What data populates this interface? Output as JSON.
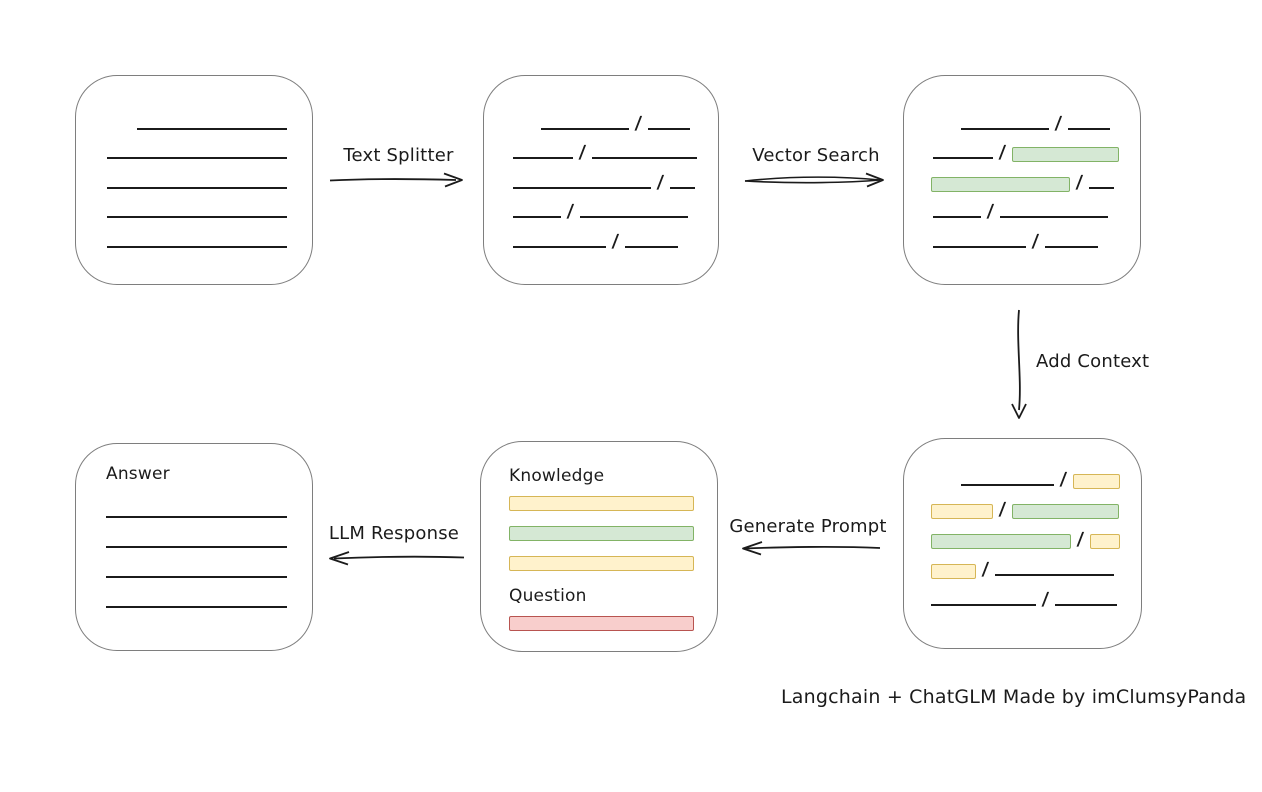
{
  "palette": {
    "line": "#1b1b1b",
    "box_border": "#7e7e7e",
    "green": {
      "fill": "#d5e8d4",
      "stroke": "#82b366"
    },
    "yellow": {
      "fill": "#fff2cc",
      "stroke": "#d6b656"
    },
    "red": {
      "fill": "#f8cecc",
      "stroke": "#b85450"
    }
  },
  "labels": {
    "text_splitter": "Text Splitter",
    "vector_search": "Vector Search",
    "add_context": "Add Context",
    "generate_prompt": "Generate Prompt",
    "llm_response": "LLM Response",
    "knowledge": "Knowledge",
    "question": "Question",
    "answer": "Answer",
    "caption": "Langchain + ChatGLM Made by imClumsyPanda"
  },
  "boxes": {
    "document": {
      "rows": [
        {
          "indent": 61,
          "segs": [
            {
              "t": "line",
              "w": 150
            }
          ]
        },
        {
          "indent": 31,
          "segs": [
            {
              "t": "line",
              "w": 180
            }
          ]
        },
        {
          "indent": 31,
          "segs": [
            {
              "t": "line",
              "w": 180
            }
          ]
        },
        {
          "indent": 31,
          "segs": [
            {
              "t": "line",
              "w": 180
            }
          ]
        },
        {
          "indent": 31,
          "segs": [
            {
              "t": "line",
              "w": 180
            }
          ]
        }
      ]
    },
    "split_chunks": {
      "rows": [
        {
          "indent": 57,
          "segs": [
            {
              "t": "line",
              "w": 88
            },
            {
              "t": "slash"
            },
            {
              "t": "line",
              "w": 42
            }
          ]
        },
        {
          "indent": 29,
          "segs": [
            {
              "t": "line",
              "w": 60
            },
            {
              "t": "slash"
            },
            {
              "t": "line",
              "w": 105
            }
          ]
        },
        {
          "indent": 29,
          "segs": [
            {
              "t": "line",
              "w": 138
            },
            {
              "t": "slash"
            },
            {
              "t": "line",
              "w": 25
            }
          ]
        },
        {
          "indent": 29,
          "segs": [
            {
              "t": "line",
              "w": 48
            },
            {
              "t": "slash"
            },
            {
              "t": "line",
              "w": 108
            }
          ]
        },
        {
          "indent": 29,
          "segs": [
            {
              "t": "line",
              "w": 93
            },
            {
              "t": "slash"
            },
            {
              "t": "line",
              "w": 53
            }
          ]
        }
      ]
    },
    "matched_chunks": {
      "rows": [
        {
          "indent": 57,
          "segs": [
            {
              "t": "line",
              "w": 88
            },
            {
              "t": "slash"
            },
            {
              "t": "line",
              "w": 42
            }
          ]
        },
        {
          "indent": 29,
          "segs": [
            {
              "t": "line",
              "w": 60
            },
            {
              "t": "slash"
            },
            {
              "t": "green",
              "w": 107
            }
          ]
        },
        {
          "indent": 27,
          "segs": [
            {
              "t": "green",
              "w": 139
            },
            {
              "t": "slash"
            },
            {
              "t": "line",
              "w": 25
            }
          ]
        },
        {
          "indent": 29,
          "segs": [
            {
              "t": "line",
              "w": 48
            },
            {
              "t": "slash"
            },
            {
              "t": "line",
              "w": 108
            }
          ]
        },
        {
          "indent": 29,
          "segs": [
            {
              "t": "line",
              "w": 93
            },
            {
              "t": "slash"
            },
            {
              "t": "line",
              "w": 53
            }
          ]
        }
      ]
    },
    "context_chunks": {
      "rows": [
        {
          "indent": 57,
          "segs": [
            {
              "t": "line",
              "w": 93
            },
            {
              "t": "slash"
            },
            {
              "t": "yellow",
              "w": 47
            }
          ]
        },
        {
          "indent": 27,
          "segs": [
            {
              "t": "yellow",
              "w": 62
            },
            {
              "t": "slash"
            },
            {
              "t": "green",
              "w": 107
            }
          ]
        },
        {
          "indent": 27,
          "segs": [
            {
              "t": "green",
              "w": 140
            },
            {
              "t": "slash"
            },
            {
              "t": "yellow",
              "w": 30
            }
          ]
        },
        {
          "indent": 27,
          "segs": [
            {
              "t": "yellow",
              "w": 45
            },
            {
              "t": "slash"
            },
            {
              "t": "line",
              "w": 119
            }
          ]
        },
        {
          "indent": 27,
          "segs": [
            {
              "t": "line",
              "w": 105
            },
            {
              "t": "slash"
            },
            {
              "t": "line",
              "w": 62
            }
          ]
        }
      ]
    },
    "prompt": {
      "knowledge_bars": [
        "yellow",
        "green",
        "yellow"
      ],
      "question_bars": [
        "red"
      ]
    },
    "answer": {
      "line_count": 4
    }
  }
}
